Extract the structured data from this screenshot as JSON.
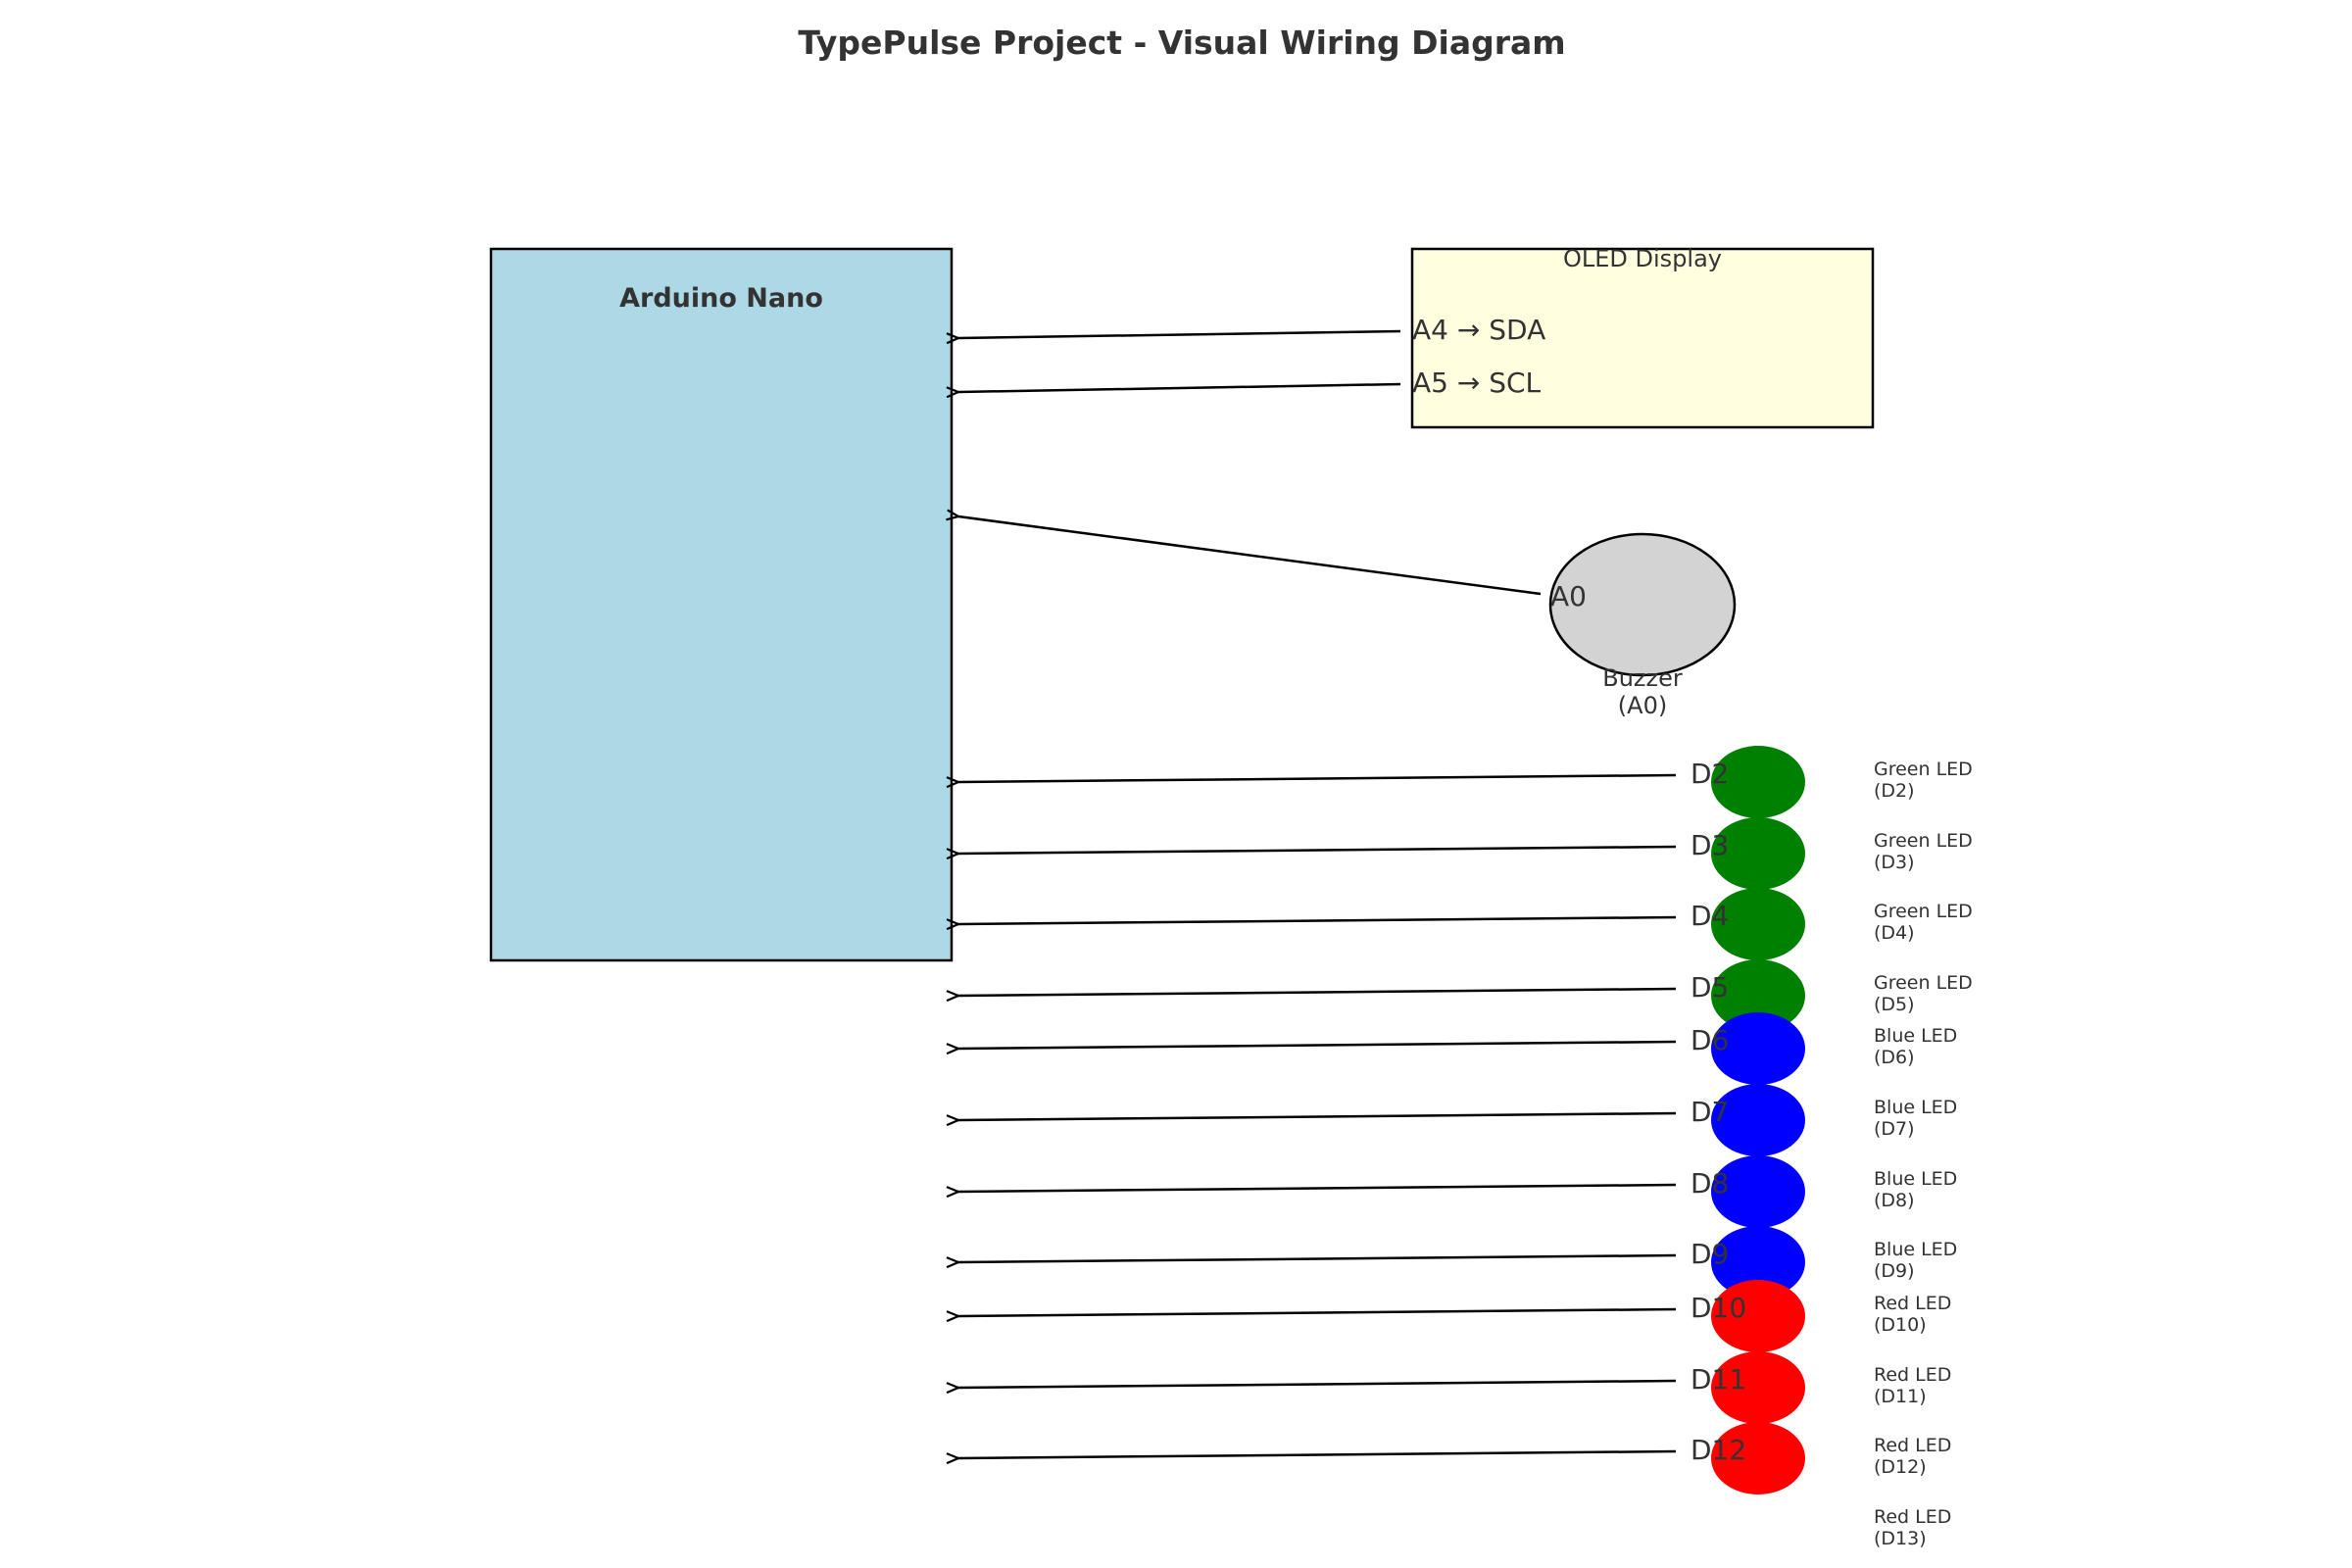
{
  "title": "TypePulse Project - Visual Wiring Diagram",
  "components": {
    "arduino": {
      "label": "Arduino Nano",
      "color": "#add8e6"
    },
    "oled": {
      "label": "OLED Display",
      "color": "#ffffe0"
    },
    "buzzer": {
      "label_line1": "Buzzer",
      "label_line2": "(A0)",
      "color": "#d3d3d3"
    }
  },
  "oled_connections": [
    {
      "label": "A4 → SDA"
    },
    {
      "label": "A5 → SCL"
    }
  ],
  "buzzer_connection": {
    "label": "A0"
  },
  "leds": [
    {
      "pin": "D2",
      "name": "Green LED",
      "pin_note": "(D2)",
      "color": "#008000"
    },
    {
      "pin": "D3",
      "name": "Green LED",
      "pin_note": "(D3)",
      "color": "#008000"
    },
    {
      "pin": "D4",
      "name": "Green LED",
      "pin_note": "(D4)",
      "color": "#008000"
    },
    {
      "pin": "D5",
      "name": "Green LED",
      "pin_note": "(D5)",
      "color": "#008000"
    },
    {
      "pin": "D6",
      "name": "Blue LED",
      "pin_note": "(D6)",
      "color": "#0000ff"
    },
    {
      "pin": "D7",
      "name": "Blue LED",
      "pin_note": "(D7)",
      "color": "#0000ff"
    },
    {
      "pin": "D8",
      "name": "Blue LED",
      "pin_note": "(D8)",
      "color": "#0000ff"
    },
    {
      "pin": "D9",
      "name": "Blue LED",
      "pin_note": "(D9)",
      "color": "#0000ff"
    },
    {
      "pin": "D10",
      "name": "Red LED",
      "pin_note": "(D10)",
      "color": "#ff0000"
    },
    {
      "pin": "D11",
      "name": "Red LED",
      "pin_note": "(D11)",
      "color": "#ff0000"
    },
    {
      "pin": "D12",
      "name": "Red LED",
      "pin_note": "(D12)",
      "color": "#ff0000"
    },
    {
      "pin": "",
      "name": "Red LED",
      "pin_note": "(D13)",
      "color": "#ff0000"
    }
  ]
}
